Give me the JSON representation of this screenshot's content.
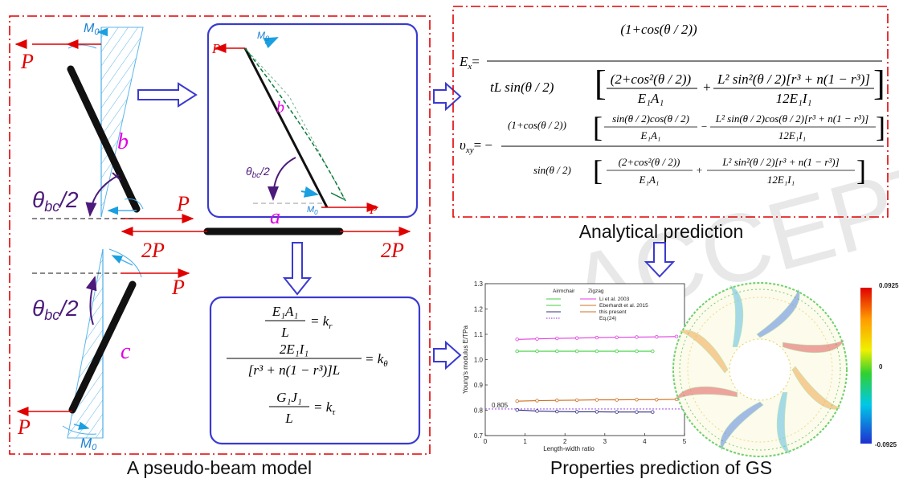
{
  "captions": {
    "left": "A pseudo-beam model",
    "right_top": "Analytical prediction",
    "right_bottom": "Properties prediction of GS"
  },
  "labels": {
    "P": "P",
    "two_P": "2P",
    "M0": "M",
    "M0_sub": "0",
    "beam_a": "a",
    "beam_b": "b",
    "beam_c": "c",
    "theta": "θ",
    "theta_sub": "bc",
    "theta_half": "/2"
  },
  "stiffness_equations": [
    {
      "num": "E₁A₁",
      "den": "L",
      "rhs": "= k",
      "rhs_sub": "r"
    },
    {
      "num": "2E₁I₁",
      "den": "[r³ + n(1 − r³)]L",
      "rhs": "= k",
      "rhs_sub": "θ"
    },
    {
      "num": "G₁J₁",
      "den": "L",
      "rhs": "= k",
      "rhs_sub": "τ"
    }
  ],
  "analytical_equations": {
    "Ex_lhs": "E",
    "Ex_lhs_sub": "x",
    "Ex_num": "(1+cos(θ  / 2))",
    "Ex_den_pre": "tL sin(θ  / 2)",
    "Ex_den_t1_num": "(2+cos²(θ  / 2))",
    "Ex_den_t1_den": "E₁A₁",
    "Ex_den_t2_num": "L² sin²(θ  / 2)[r³ + n(1 − r³)]",
    "Ex_den_t2_den": "12E₁I₁",
    "nu_lhs": "υ",
    "nu_lhs_sub": "xy",
    "nu_num_pre": "(1+cos(θ  / 2))",
    "nu_num_t1_num": "sin(θ  / 2)cos(θ  / 2)",
    "nu_num_t1_den": "E₁A₁",
    "nu_num_t2_num": "L² sin(θ  / 2)cos(θ  / 2)[r³ + n(1 − r³)]",
    "nu_num_t2_den": "12E₁I₁",
    "nu_den_pre": "sin(θ  / 2)",
    "nu_den_t1_num": "(2+cos²(θ  / 2))",
    "nu_den_t1_den": "E₁A₁",
    "nu_den_t2_num": "L² sin²(θ  / 2)[r³ + n(1 − r³)]",
    "nu_den_t2_den": "12E₁I₁",
    "bc": "bc"
  },
  "colorbar": {
    "max": "0.0925",
    "mid": "0",
    "min": "-0.0925"
  },
  "chart_data": {
    "type": "line",
    "xlabel": "Length-width ratio",
    "ylabel": "Young's modulus E/TPa",
    "xlim": [
      0,
      5
    ],
    "ylim": [
      0.7,
      1.3
    ],
    "xticks": [
      0,
      1,
      2,
      3,
      4,
      5
    ],
    "yticks": [
      "0.7",
      "0.8",
      "0.9",
      "1.0",
      "1.1",
      "1.2",
      "1.3"
    ],
    "legend_headers": [
      "Airmchair",
      "Zigzag"
    ],
    "legend": [
      "Li et al. 2003",
      "Eberhardt et al. 2015",
      "this present",
      "Eq.(24)"
    ],
    "annotation": "0.805",
    "reference_line": 0.805,
    "series": [
      {
        "legend": "Li et al. 2003",
        "color": "#e040e0",
        "x": [
          0.8,
          1.3,
          1.8,
          2.3,
          2.8,
          3.3,
          3.8,
          4.3,
          4.8
        ],
        "y": [
          1.08,
          1.082,
          1.084,
          1.085,
          1.087,
          1.088,
          1.089,
          1.09,
          1.091
        ]
      },
      {
        "legend": "Eberhardt et al. 2015",
        "color": "#40d040",
        "x": [
          0.8,
          1.3,
          1.8,
          2.3,
          2.8,
          3.3,
          3.8,
          4.2
        ],
        "y": [
          1.033,
          1.033,
          1.033,
          1.033,
          1.033,
          1.033,
          1.033,
          1.033
        ]
      },
      {
        "legend": "this present",
        "color": "#d07020",
        "x": [
          0.8,
          1.3,
          1.8,
          2.3,
          2.8,
          3.3,
          3.8,
          4.3,
          4.8
        ],
        "y": [
          0.836,
          0.838,
          0.839,
          0.84,
          0.841,
          0.841,
          0.842,
          0.842,
          0.843
        ]
      },
      {
        "legend": "this present",
        "color": "#303080",
        "x": [
          0.8,
          1.3,
          1.8,
          2.3,
          2.8,
          3.3,
          3.8,
          4.2
        ],
        "y": [
          0.801,
          0.797,
          0.795,
          0.794,
          0.794,
          0.793,
          0.793,
          0.793
        ]
      }
    ]
  }
}
